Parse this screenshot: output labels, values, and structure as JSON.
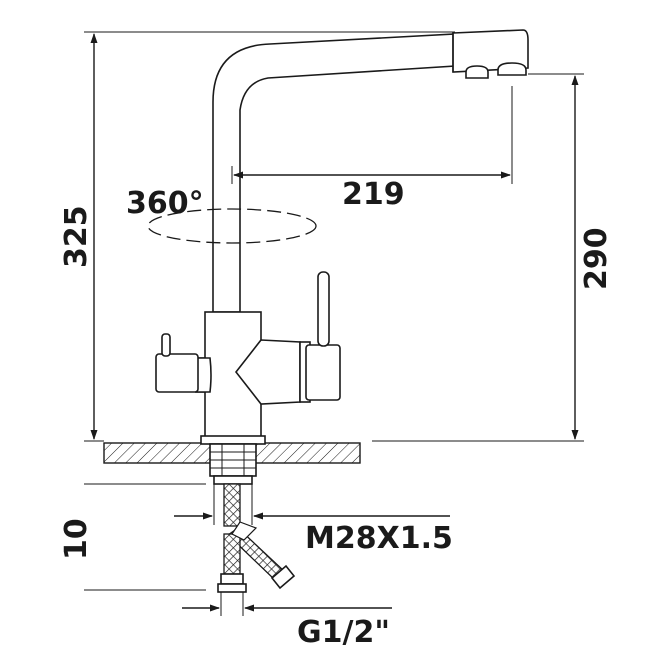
{
  "dimensions": {
    "total_height": "325",
    "spout_reach": "219",
    "spout_height": "290",
    "rotation": "360°",
    "thread_size": "M28X1.5",
    "connector_size": "G1/2\"",
    "mount_depth": "10"
  },
  "colors": {
    "line": "#1a1a1a",
    "background": "#ffffff"
  }
}
